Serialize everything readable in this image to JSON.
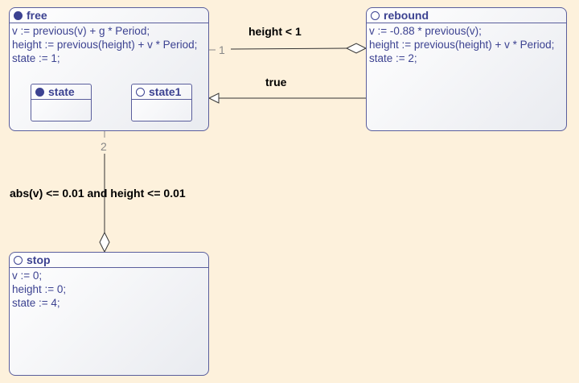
{
  "states": {
    "free": {
      "name": "free",
      "lines": [
        "v := previous(v) + g * Period;",
        "height := previous(height) + v * Period;",
        "state := 1;"
      ],
      "substates": [
        {
          "name": "state"
        },
        {
          "name": "state1"
        }
      ]
    },
    "rebound": {
      "name": "rebound",
      "lines": [
        "v := -0.88 * previous(v);",
        "height := previous(height) + v * Period;",
        "state := 2;"
      ]
    },
    "stop": {
      "name": "stop",
      "lines": [
        "v := 0;",
        "height := 0;",
        "state := 4;"
      ]
    }
  },
  "transitions": {
    "free_to_rebound": {
      "condition": "height < 1",
      "priority": "1"
    },
    "rebound_to_free": {
      "condition": "true"
    },
    "free_to_stop": {
      "condition": "abs(v) <= 0.01 and height <= 0.01",
      "priority": "2"
    }
  },
  "colors": {
    "background": "#fdf1dc",
    "state_border": "#5a5e9c",
    "state_text": "#3c4291",
    "connector": "#333333"
  }
}
